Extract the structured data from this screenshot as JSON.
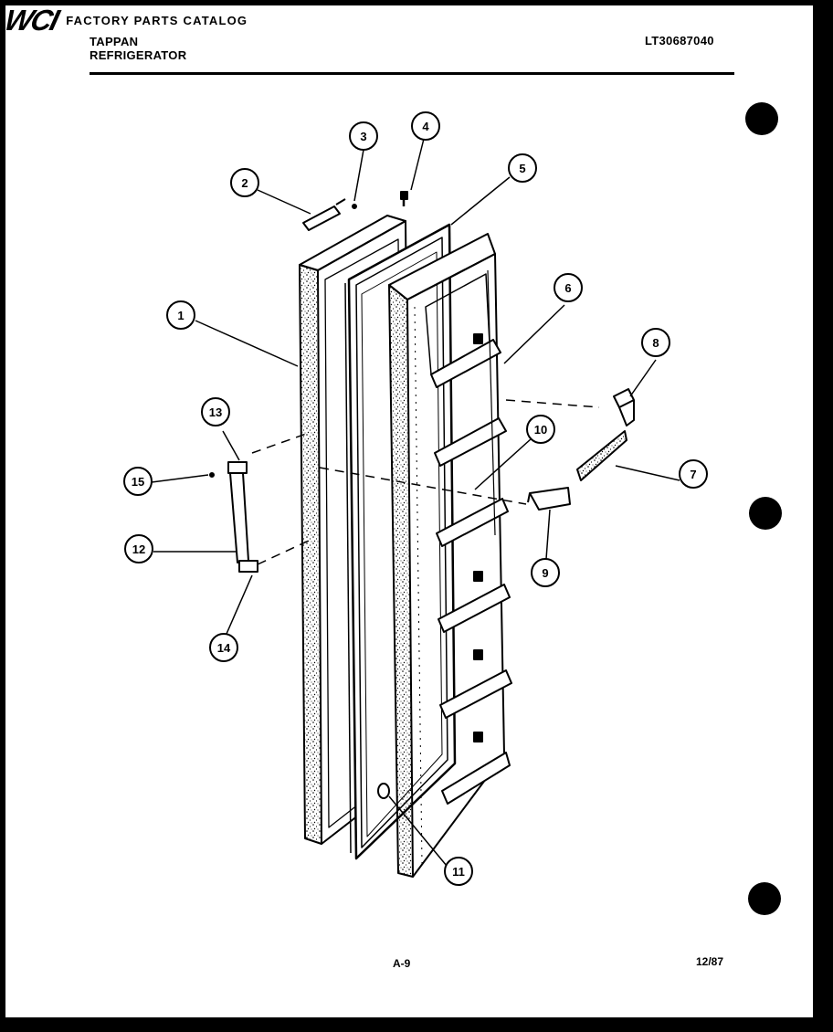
{
  "header": {
    "brand_line1": "TAPPAN",
    "brand_line2": "REFRIGERATOR",
    "logo": "WCI",
    "catalog_title": "FACTORY PARTS CATALOG",
    "model_number": "LT30687040"
  },
  "callouts": [
    "1",
    "2",
    "3",
    "4",
    "5",
    "6",
    "7",
    "8",
    "9",
    "10",
    "11",
    "12",
    "13",
    "14",
    "15"
  ],
  "footer": {
    "page_number": "A-9",
    "date": "12/87"
  },
  "colors": {
    "ink": "#000000",
    "paper": "#ffffff"
  }
}
